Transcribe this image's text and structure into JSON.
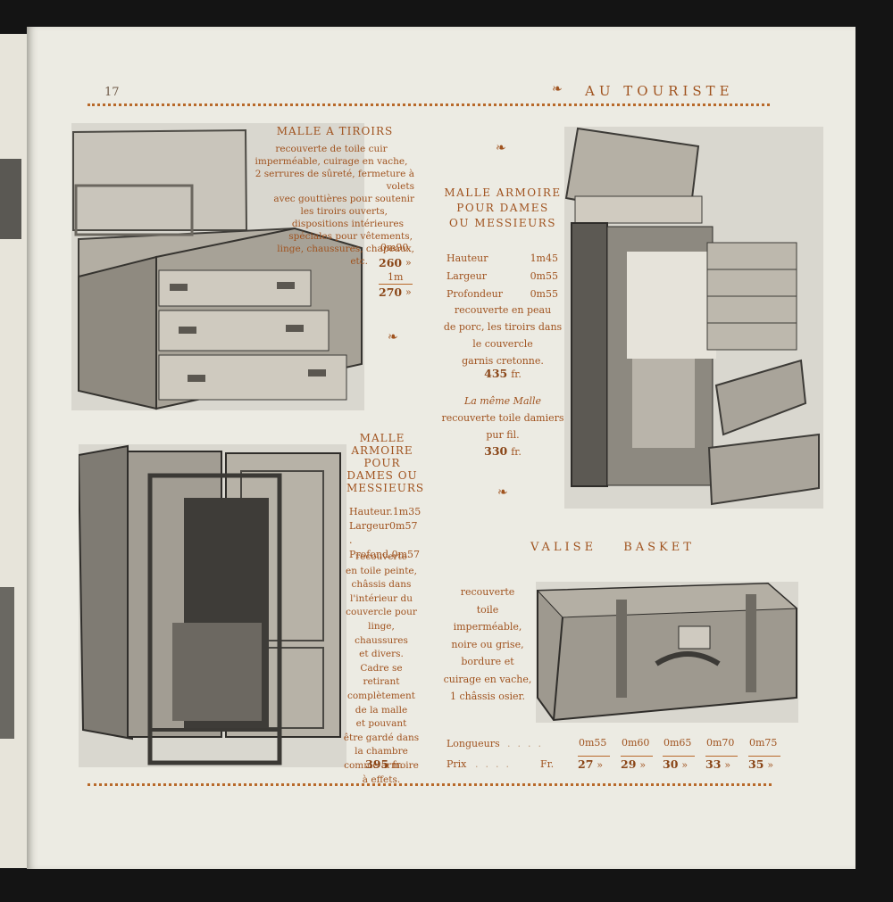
{
  "header": {
    "page_number": "17",
    "title": "AU TOURISTE",
    "ornament": "❧"
  },
  "malle_tiroirs": {
    "title": "MALLE A TIROIRS",
    "desc_lines": [
      "recouverte de toile cuir",
      "imperméable, cuirage en vache,",
      "2 serrures de sûreté, fermeture à volets",
      "avec gouttières pour soutenir",
      "les tiroirs ouverts,",
      "dispositions intérieures",
      "spéciales pour vêtements,",
      "linge, chaussures, chapeaux,",
      "etc."
    ],
    "size1": "0m90",
    "price1": "260",
    "size2": "1m",
    "price2": "270",
    "mark": "»"
  },
  "malle_armoire_1": {
    "title_lines": [
      "MALLE ARMOIRE",
      "POUR DAMES",
      "OU MESSIEURS"
    ],
    "dims": [
      {
        "label": "Hauteur",
        "value": "1m45"
      },
      {
        "label": "Largeur",
        "value": "0m55"
      },
      {
        "label": "Profondeur",
        "value": "0m55"
      }
    ],
    "desc_lines": [
      "recouverte en peau",
      "de porc, les tiroirs dans",
      "le couvercle",
      "garnis cretonne."
    ],
    "price": "435",
    "unit": "fr.",
    "alt_title": "La même Malle",
    "alt_lines": [
      "recouverte toile damiers",
      "pur fil."
    ],
    "alt_price": "330",
    "alt_unit": "fr."
  },
  "malle_armoire_2": {
    "title_lines": [
      "MALLE",
      "ARMOIRE",
      "POUR",
      "DAMES OU",
      "MESSIEURS"
    ],
    "dims": [
      {
        "label": "Hauteur.",
        "value": "1m35"
      },
      {
        "label": "Largeur .",
        "value": "0m57"
      },
      {
        "label": "Profond.",
        "value": "0m57"
      }
    ],
    "desc_lines": [
      "recouverte",
      "en toile peinte,",
      "châssis dans",
      "l'intérieur du",
      "couvercle pour",
      "linge, chaussures",
      "et divers.",
      "Cadre se retirant",
      "complètement",
      "de la malle",
      "et pouvant",
      "être gardé dans",
      "la chambre",
      "comme armoire",
      "à effets."
    ],
    "price": "395",
    "unit": "fr."
  },
  "valise_basket": {
    "title": "VALISE BASKET",
    "desc_lines": [
      "recouverte",
      "toile",
      "imperméable,",
      "noire ou grise,",
      "bordure et",
      "cuirage en vache,",
      "1 châssis osier."
    ],
    "row1_label": "Longueurs",
    "row2_label": "Prix",
    "row2_unit": "Fr.",
    "sizes": [
      "0m55",
      "0m60",
      "0m65",
      "0m70",
      "0m75"
    ],
    "prices": [
      "27",
      "29",
      "30",
      "33",
      "35"
    ],
    "mark": "»"
  }
}
